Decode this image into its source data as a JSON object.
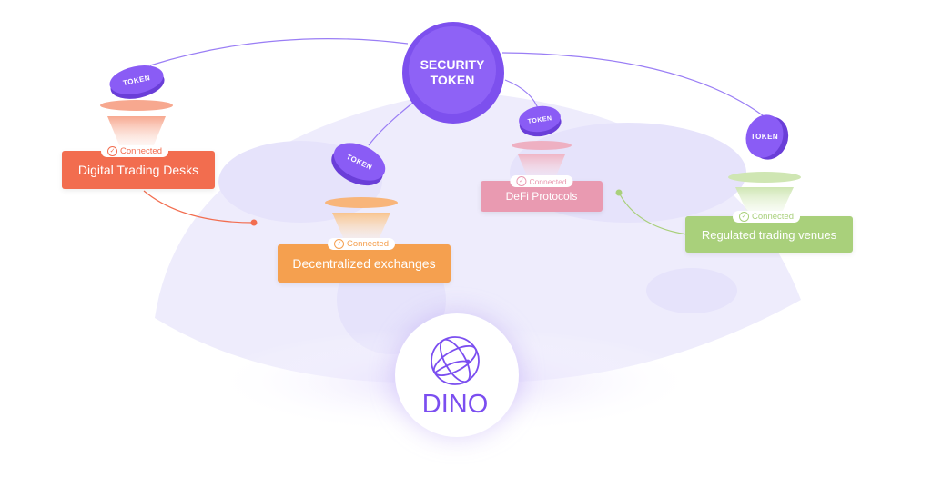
{
  "hub": {
    "line1": "SECURITY",
    "line2": "TOKEN"
  },
  "coin_label": "TOKEN",
  "connected_label": "Connected",
  "venues": [
    {
      "name": "Digital Trading Desks",
      "color": "#f26d4f"
    },
    {
      "name": "Decentralized exchanges",
      "color": "#f5a04f"
    },
    {
      "name": "DeFi Protocols",
      "color": "#e99ab1"
    },
    {
      "name": "Regulated trading venues",
      "color": "#a9d07b"
    }
  ],
  "brand": {
    "name": "DINO",
    "color": "#7b4ef0"
  },
  "colors": {
    "token": "#8a5cf5",
    "globe": "#ece9fc"
  }
}
